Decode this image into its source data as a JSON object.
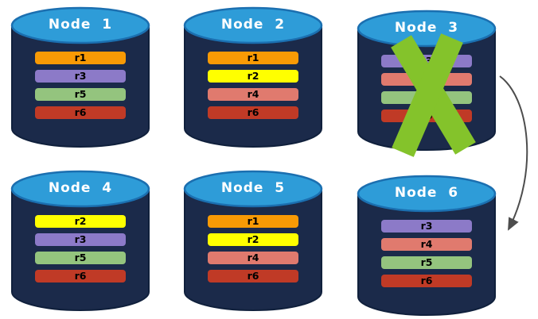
{
  "theme": {
    "cylinder_body_color": "#1b2a4a",
    "cylinder_top_color": "#2e9cd8"
  },
  "nodes": [
    {
      "title": "Node  1",
      "replicas": [
        {
          "label": "r1",
          "color": "#f89a05"
        },
        {
          "label": "r3",
          "color": "#8c7ac8"
        },
        {
          "label": "r5",
          "color": "#94c47e"
        },
        {
          "label": "r6",
          "color": "#c03a26"
        }
      ]
    },
    {
      "title": "Node  2",
      "replicas": [
        {
          "label": "r1",
          "color": "#f89a05"
        },
        {
          "label": "r2",
          "color": "#ffff00"
        },
        {
          "label": "r4",
          "color": "#e07a6e"
        },
        {
          "label": "r6",
          "color": "#c03a26"
        }
      ]
    },
    {
      "title": "Node  3",
      "failed": true,
      "replicas": [
        {
          "label": "r3",
          "color": "#8c7ac8"
        },
        {
          "label": "r4",
          "color": "#e07a6e"
        },
        {
          "label": "r5",
          "color": "#94c47e"
        },
        {
          "label": "r6",
          "color": "#c03a26"
        }
      ]
    },
    {
      "title": "Node  4",
      "replicas": [
        {
          "label": "r2",
          "color": "#ffff00"
        },
        {
          "label": "r3",
          "color": "#8c7ac8"
        },
        {
          "label": "r5",
          "color": "#94c47e"
        },
        {
          "label": "r6",
          "color": "#c03a26"
        }
      ]
    },
    {
      "title": "Node  5",
      "replicas": [
        {
          "label": "r1",
          "color": "#f89a05"
        },
        {
          "label": "r2",
          "color": "#ffff00"
        },
        {
          "label": "r4",
          "color": "#e07a6e"
        },
        {
          "label": "r6",
          "color": "#c03a26"
        }
      ]
    },
    {
      "title": "Node  6",
      "replicas": [
        {
          "label": "r3",
          "color": "#8c7ac8"
        },
        {
          "label": "r4",
          "color": "#e07a6e"
        },
        {
          "label": "r5",
          "color": "#94c47e"
        },
        {
          "label": "r6",
          "color": "#c03a26"
        }
      ]
    }
  ],
  "annotations": {
    "failure_x": {
      "node": "Node 3",
      "color": "#84c32b"
    },
    "arrow": {
      "from": "Node 3",
      "to": "Node 6",
      "color": "#4d4d4d"
    }
  }
}
